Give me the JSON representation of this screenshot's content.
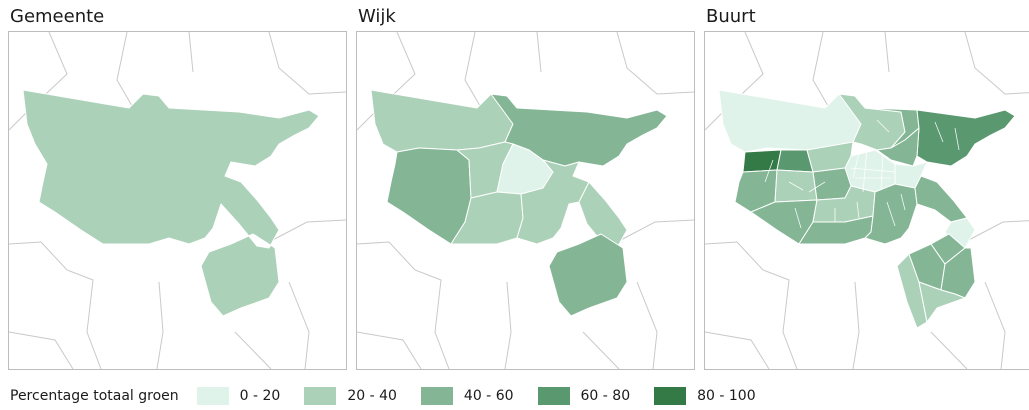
{
  "panels": [
    {
      "title": "Gemeente"
    },
    {
      "title": "Wijk"
    },
    {
      "title": "Buurt"
    }
  ],
  "legend": {
    "title": "Percentage totaal groen",
    "classes": [
      {
        "label": "0 - 20",
        "color": "#dff3ea"
      },
      {
        "label": "20 - 40",
        "color": "#acd1b9"
      },
      {
        "label": "40 - 60",
        "color": "#84b595"
      },
      {
        "label": "60 - 80",
        "color": "#5a9870"
      },
      {
        "label": "80 - 100",
        "color": "#347a47"
      }
    ]
  },
  "colors": {
    "boundary": "#c9c9c9",
    "region_edge": "#ffffff",
    "frame": "#bdbdbd"
  }
}
